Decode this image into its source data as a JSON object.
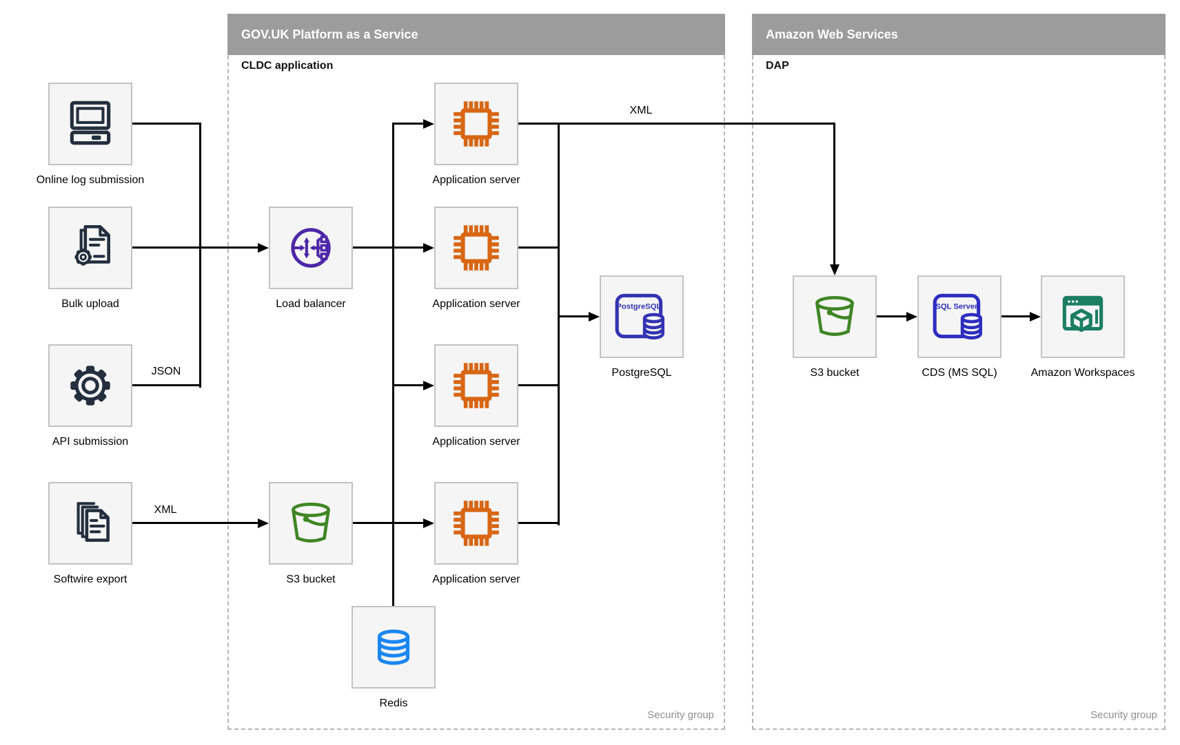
{
  "containers": {
    "paas": {
      "title": "GOV.UK Platform as a Service",
      "sublabel": "CLDC application",
      "footer": "Security group"
    },
    "aws": {
      "title": "Amazon Web Services",
      "sublabel": "DAP",
      "footer": "Security group"
    }
  },
  "nodes": {
    "online_log": {
      "label": "Online log submission"
    },
    "bulk_upload": {
      "label": "Bulk upload"
    },
    "api_submission": {
      "label": "API submission"
    },
    "softwire_export": {
      "label": "Softwire export"
    },
    "load_balancer": {
      "label": "Load balancer"
    },
    "s3_paas": {
      "label": "S3 bucket"
    },
    "redis": {
      "label": "Redis"
    },
    "app_server_1": {
      "label": "Application server"
    },
    "app_server_2": {
      "label": "Application server"
    },
    "app_server_3": {
      "label": "Application server"
    },
    "app_server_4": {
      "label": "Application server"
    },
    "postgresql": {
      "label": "PostgreSQL",
      "icon_text": "PostgreSQL"
    },
    "s3_aws": {
      "label": "S3 bucket"
    },
    "cds": {
      "label": "CDS (MS SQL)",
      "icon_text": "SQL Server"
    },
    "workspaces": {
      "label": "Amazon Workspaces"
    }
  },
  "edges": {
    "api_json": "JSON",
    "softwire_xml": "XML",
    "app_xml": "XML"
  },
  "colors": {
    "header_bg": "#9c9c9c",
    "header_text": "#ffffff",
    "box_fill": "#f5f5f5",
    "box_border": "#c2c2c2",
    "dashed_border": "#b5b5b5",
    "line": "#000000",
    "muted_text": "#8f8f8f",
    "navy": "#232f3e",
    "purple": "#4d27a8",
    "orange": "#d86613",
    "green": "#3f8624",
    "blue": "#1a86f0",
    "indigo": "#3333b3",
    "sql_indigo": "#2d2dc0",
    "teal": "#1b7e63"
  }
}
